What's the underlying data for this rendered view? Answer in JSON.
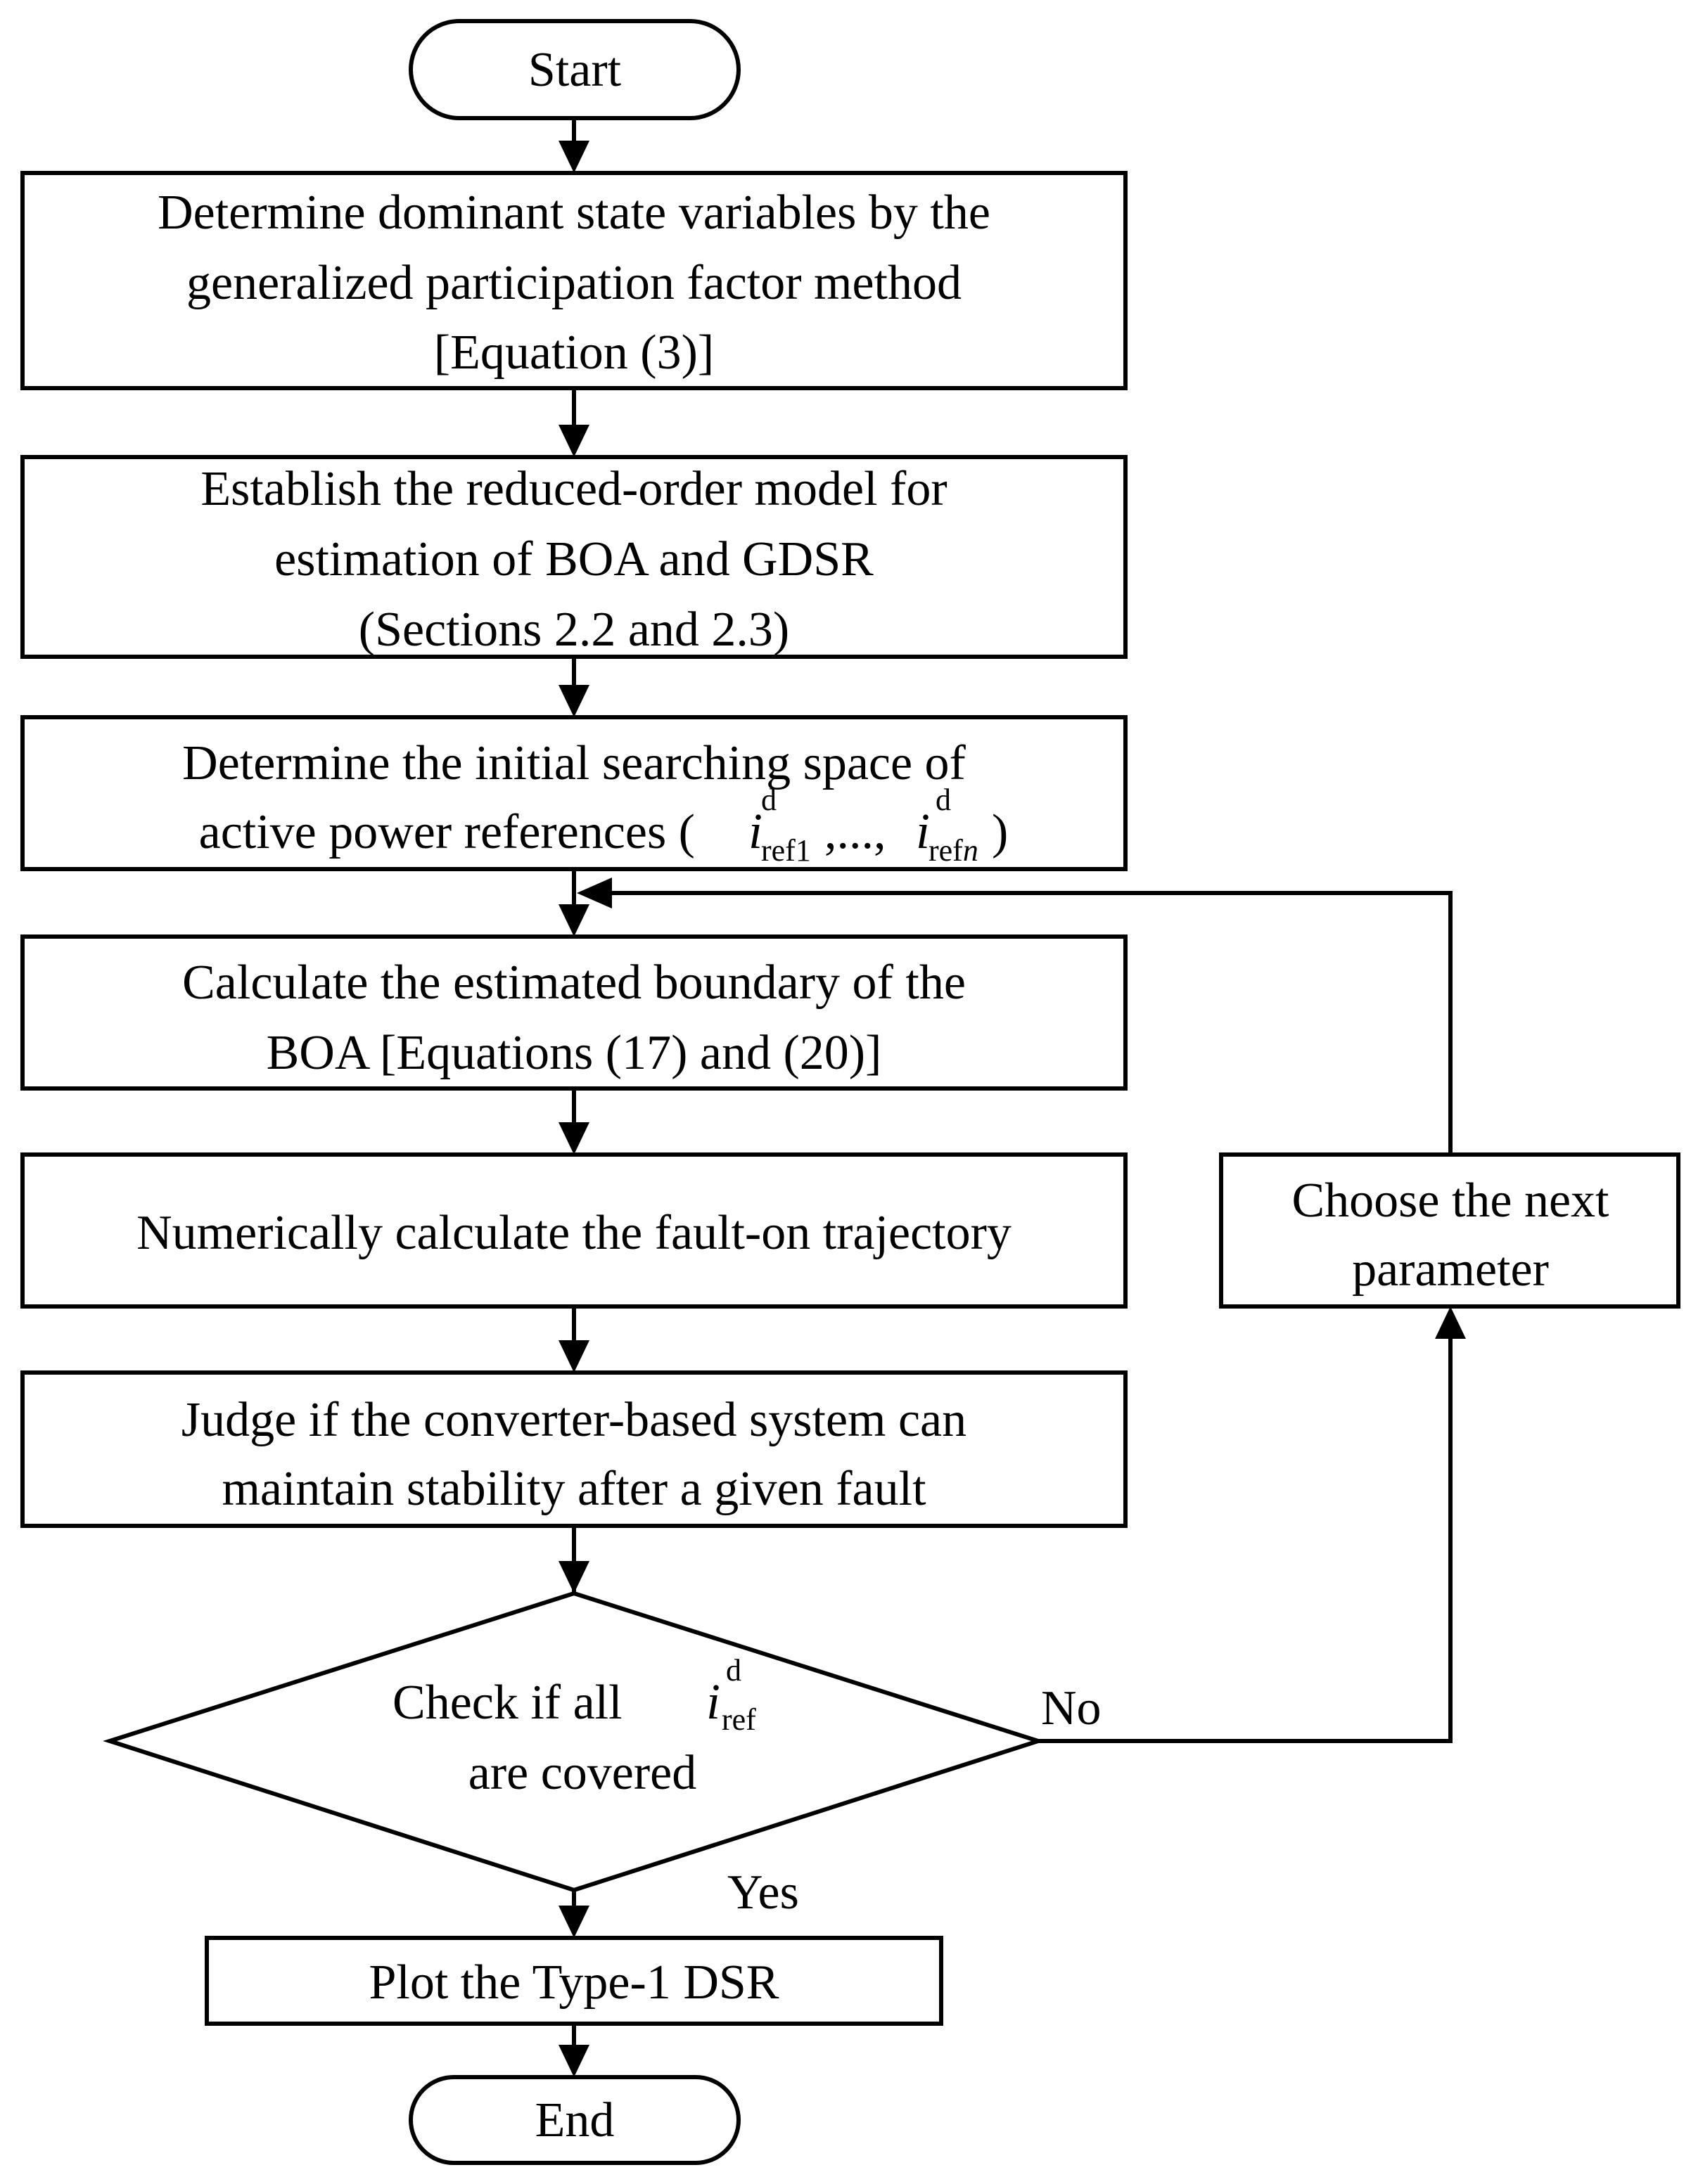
{
  "nodes": {
    "start": {
      "text": "Start"
    },
    "step1": {
      "lines": [
        "Determine dominant state variables by the",
        "generalized participation factor method",
        "[Equation (3)]"
      ]
    },
    "step2": {
      "lines": [
        "Establish the reduced-order model for",
        "estimation of BOA and GDSR",
        "(Sections 2.2 and 2.3)"
      ]
    },
    "step3": {
      "line1": "Determine the initial searching space of",
      "line2_prefix": "active power references (",
      "sym1_base": "i",
      "sym1_sup": "d",
      "sym1_sub": "ref1",
      "sep": ",...,",
      "sym2_base": "i",
      "sym2_sup": "d",
      "sym2_sub": "ref",
      "sym2_sub_n": "n",
      "line2_suffix": ")"
    },
    "step4": {
      "lines": [
        "Calculate the estimated boundary of the",
        "BOA [Equations (17) and (20)]"
      ]
    },
    "step5": {
      "lines": [
        "Numerically calculate the fault-on trajectory"
      ]
    },
    "step6": {
      "lines": [
        "Judge if the converter-based system can",
        "maintain stability after a given fault"
      ]
    },
    "decision": {
      "line1_prefix": "Check if all",
      "sym_base": "i",
      "sym_sup": "d",
      "sym_sub": "ref",
      "line2": "are covered"
    },
    "side": {
      "lines": [
        "Choose the next",
        "parameter"
      ]
    },
    "step7": {
      "lines": [
        "Plot the Type-1 DSR"
      ]
    },
    "end": {
      "text": "End"
    }
  },
  "edge_labels": {
    "no": "No",
    "yes": "Yes"
  }
}
